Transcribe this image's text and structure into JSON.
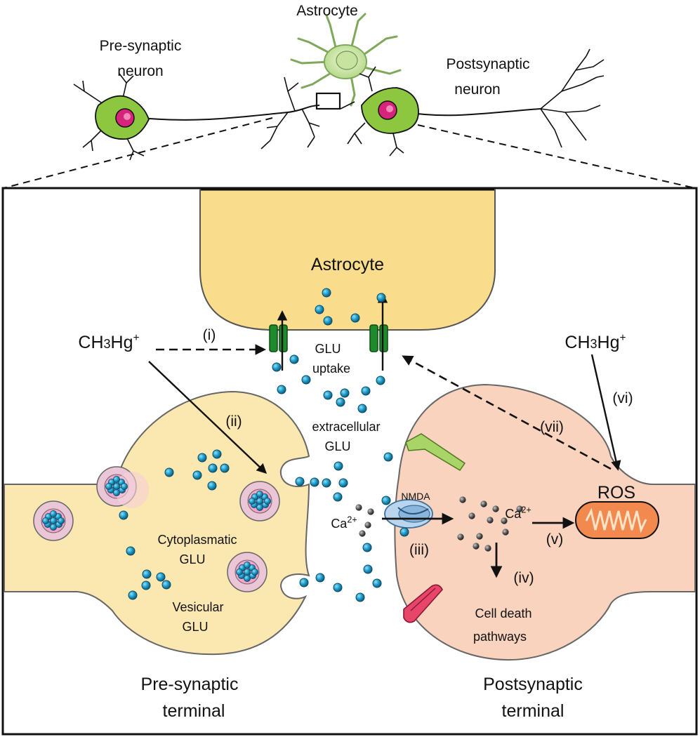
{
  "top": {
    "astrocyte": "Astrocyte",
    "pre_line1": "Pre-synaptic",
    "pre_line2": "neuron",
    "post_line1": "Postsynaptic",
    "post_line2": "neuron"
  },
  "inset": {
    "astrocyte": "Astrocyte",
    "toxin_left": "CH3Hg+",
    "toxin_right": "CH3Hg+",
    "glu_uptake_1": "GLU",
    "glu_uptake_2": "uptake",
    "extracellular_1": "extracellular",
    "extracellular_2": "GLU",
    "cyto_1": "Cytoplasmatic",
    "cyto_2": "GLU",
    "vesicular_1": "Vesicular",
    "vesicular_2": "GLU",
    "nmda": "NMDA",
    "ca_left": "Ca2+",
    "ca_right": "Ca2+",
    "ros": "ROS",
    "cell_death_1": "Cell death",
    "cell_death_2": "pathways",
    "pre_terminal_1": "Pre-synaptic",
    "pre_terminal_2": "terminal",
    "post_terminal_1": "Postsynaptic",
    "post_terminal_2": "terminal"
  },
  "steps": {
    "i": "(i)",
    "ii": "(ii)",
    "iii": "(iii)",
    "iv": "(iv)",
    "v": "(v)",
    "vi": "(vi)",
    "vii": "(vii)"
  },
  "colors": {
    "astrocyte_fill": "#f9dc8c",
    "pre_terminal_fill": "#fbe7b0",
    "post_terminal_fill": "#f9d3bd",
    "neuron_body": "#8dc63f",
    "nucleus": "#d6247a",
    "glu_dot": "#1f9cc8",
    "calcium_dot": "#555555",
    "transporter": "#1f8a2c",
    "mitochondrion": "#e8643c"
  }
}
